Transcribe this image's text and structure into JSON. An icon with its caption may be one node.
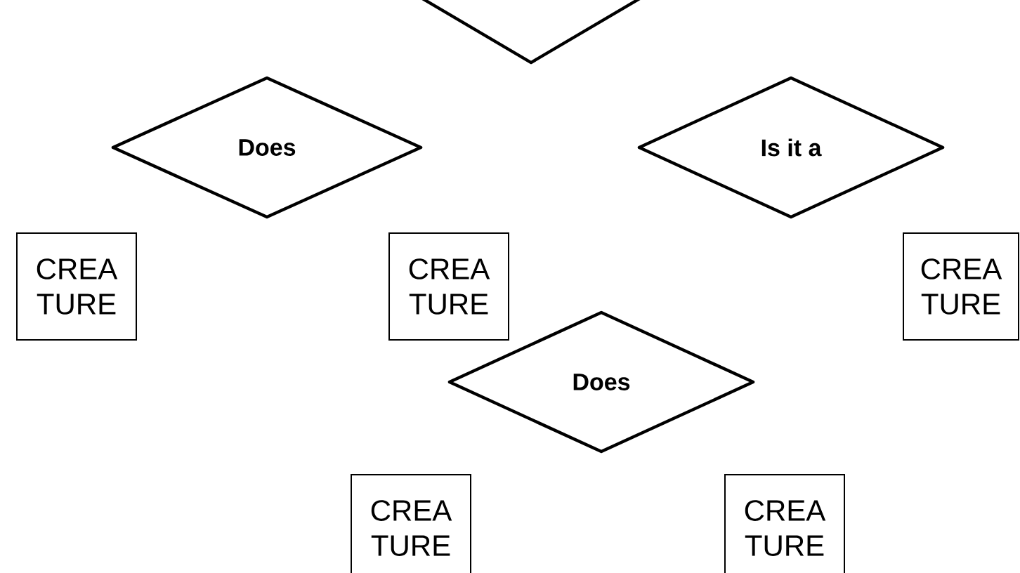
{
  "diagram": {
    "nodes": [
      {
        "text": [],
        "shape": "diamond"
      },
      {
        "text": [
          "Does"
        ]
      },
      {
        "text": [
          "Is it a"
        ]
      },
      {
        "text": [
          "CREA TURE"
        ]
      },
      {
        "text": [
          "CREA TURE"
        ]
      },
      {
        "text": [
          "CREA TURE"
        ]
      },
      {
        "text": [
          "Does"
        ]
      },
      {
        "text": [
          "CREA TURE"
        ]
      },
      {
        "text": [
          "CREA TURE"
        ]
      }
    ]
  }
}
